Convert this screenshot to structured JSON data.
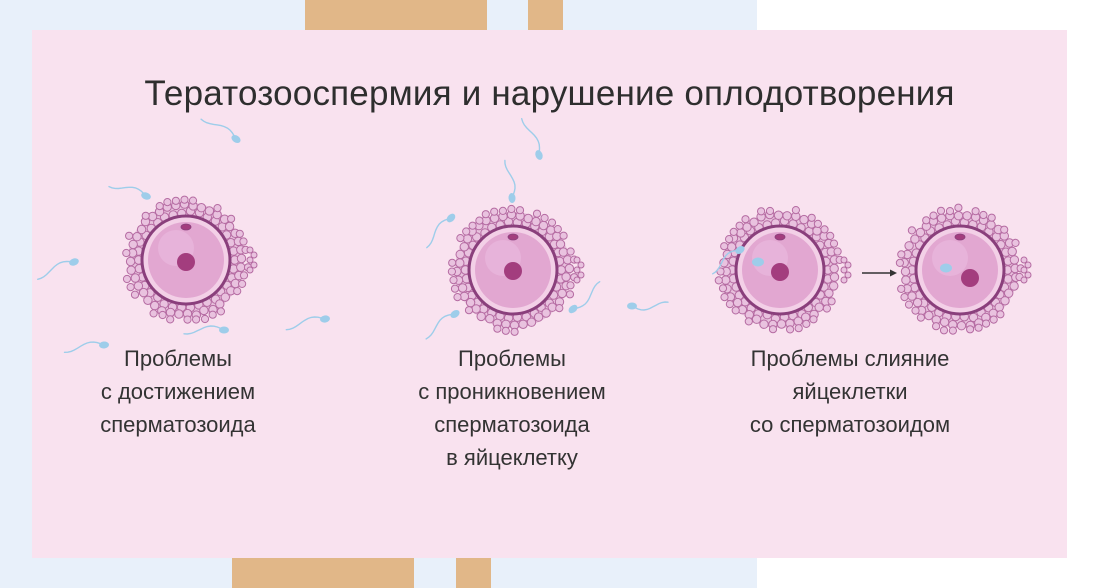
{
  "title": "Тератозооспермия и нарушение оплодотворения",
  "captions": [
    [
      "Проблемы",
      "с достижением",
      "сперматозоида"
    ],
    [
      "Проблемы",
      "с проникновением",
      "сперматозоида",
      "в яйцеклетку"
    ],
    [
      "Проблемы слияние",
      "яйцеклетки",
      "со сперматозоидом"
    ]
  ],
  "colors": {
    "card": "#f9e2ef",
    "corona": "#b56ba2",
    "membrane": "#8a3f7c",
    "cytoplasm": "#e2a7d1",
    "nucleus": "#a33d7e",
    "sperm": "#9ecdea"
  }
}
